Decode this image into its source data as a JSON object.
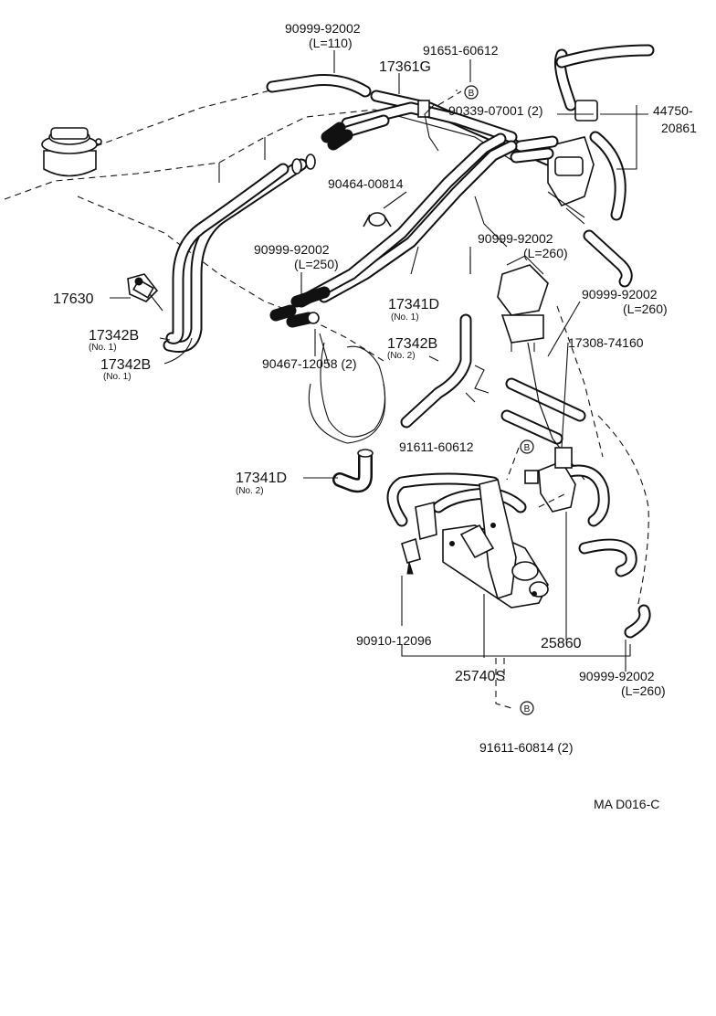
{
  "diagram": {
    "labels": {
      "p9099992002_a": "90999-92002",
      "p9099992002_a_len": "(L=110)",
      "p9165160612": "91651-60612",
      "p17361g": "17361G",
      "p9033907001": "90339-07001 (2)",
      "p44750_1": "44750-",
      "p44750_2": "20861",
      "p9046400814": "90464-00814",
      "p9099992002_b": "90999-92002",
      "p9099992002_b_len": "(L=260)",
      "p9099992002_c": "90999-92002",
      "p9099992002_c_len": "(L=250)",
      "p17630": "17630",
      "p17341d_1": "17341D",
      "p17341d_1_no": "(No. 1)",
      "p9099992002_d": "90999-92002",
      "p9099992002_d_len": "(L=260)",
      "p17342b_1": "17342B",
      "p17342b_1_no": "(No. 1)",
      "p17342b_2": "17342B",
      "p17342b_2_no": "(No. 1)",
      "p9046712058": "90467-12058 (2)",
      "p17342b_3": "17342B",
      "p17342b_3_no": "(No. 2)",
      "p1730874160": "17308-74160",
      "p9161160612": "91611-60612",
      "p17341d_2": "17341D",
      "p17341d_2_no": "(No. 2)",
      "p9091012096": "90910-12096",
      "p25860": "25860",
      "p25740s": "25740S",
      "p9099992002_e": "90999-92002",
      "p9099992002_e_len": "(L=260)",
      "p9161160814": "91611-60814 (2)",
      "code": "MA D016-C",
      "ref_b": "B"
    }
  }
}
